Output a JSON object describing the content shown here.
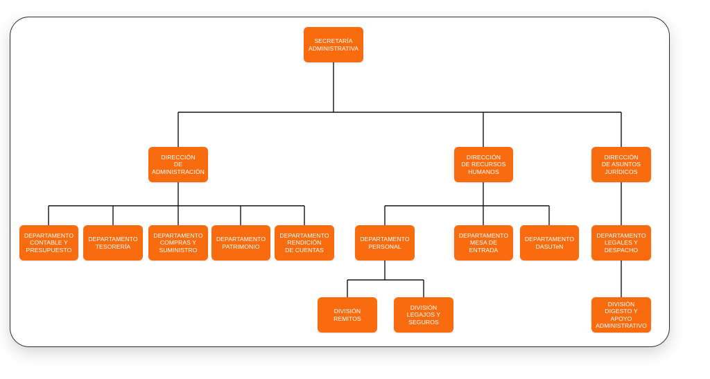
{
  "org_chart": {
    "root": "SECRETARÍA\nADMINISTRATIVA",
    "direcciones": {
      "administracion": "DIRECCIÓN\nDE\nADMINISTRACIÓN",
      "recursos_humanos": "DIRECCIÓN\nDE RECURSOS\nHUMANOS",
      "asuntos_juridicos": "DIRECCIÓN\nDE ASUNTOS\nJURÍDICOS"
    },
    "departamentos": {
      "contable": "DEPARTAMENTO\nCONTABLE Y\nPRESUPUESTO",
      "tesoreria": "DEPARTAMENTO\nTESORERÍA",
      "compras": "DEPARTAMENTO\nCOMPRAS Y\nSUMINISTRO",
      "patrimonio": "DEPARTAMENTO\nPATRIMONIO",
      "rendicion": "DEPARTAMENTO\nRENDICIÓN\nDE CUENTAS",
      "personal": "DEPARTAMENTO\nPERSONAL",
      "mesa_entrada": "DEPARTAMENTO\nMESA DE\nENTRADA",
      "dasuten": "DEPARTAMENTO\nDASUTeN",
      "legales": "DEPARTAMENTO\nLEGALES Y\nDESPACHO"
    },
    "divisiones": {
      "remitos": "DIVISIÓN\nREMITOS",
      "legajos": "DIVISIÓN\nLEGAJOS Y\nSEGUROS",
      "digesto": "DIVISIÓN\nDIGESTO Y APOYO\nADMINISTRATIVO"
    }
  },
  "colors": {
    "node_fill": "#f96b0f",
    "node_text": "#ffffff",
    "connector": "#111111",
    "frame_border": "#2b2b2b"
  }
}
